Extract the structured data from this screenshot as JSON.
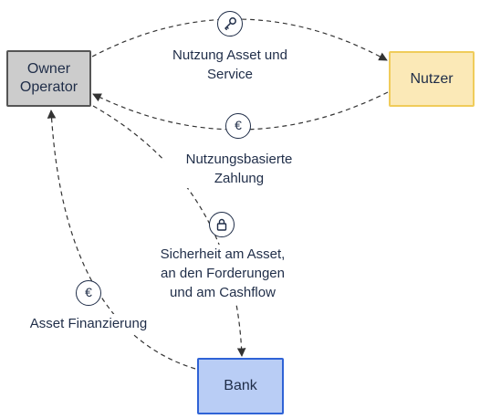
{
  "nodes": {
    "owner": "Owner\nOperator",
    "nutzer": "Nutzer",
    "bank": "Bank"
  },
  "edges": {
    "usage": "Nutzung Asset und\nService",
    "payment": "Nutzungsbasierte\nZahlung",
    "security": "Sicherheit am Asset,\nan den Forderungen\nund am Cashflow",
    "financing": "Asset Finanzierung"
  },
  "icons": {
    "usage": "key-icon",
    "payment": "euro-icon",
    "security": "lock-icon",
    "financing": "euro-icon"
  },
  "colors": {
    "owner_fill": "#cccccc",
    "owner_border": "#555555",
    "nutzer_fill": "#fbe9b7",
    "nutzer_border": "#f0cc5a",
    "bank_fill": "#b9cdf5",
    "bank_border": "#2f63d6",
    "text": "#1f2d48",
    "edge": "#333333"
  }
}
